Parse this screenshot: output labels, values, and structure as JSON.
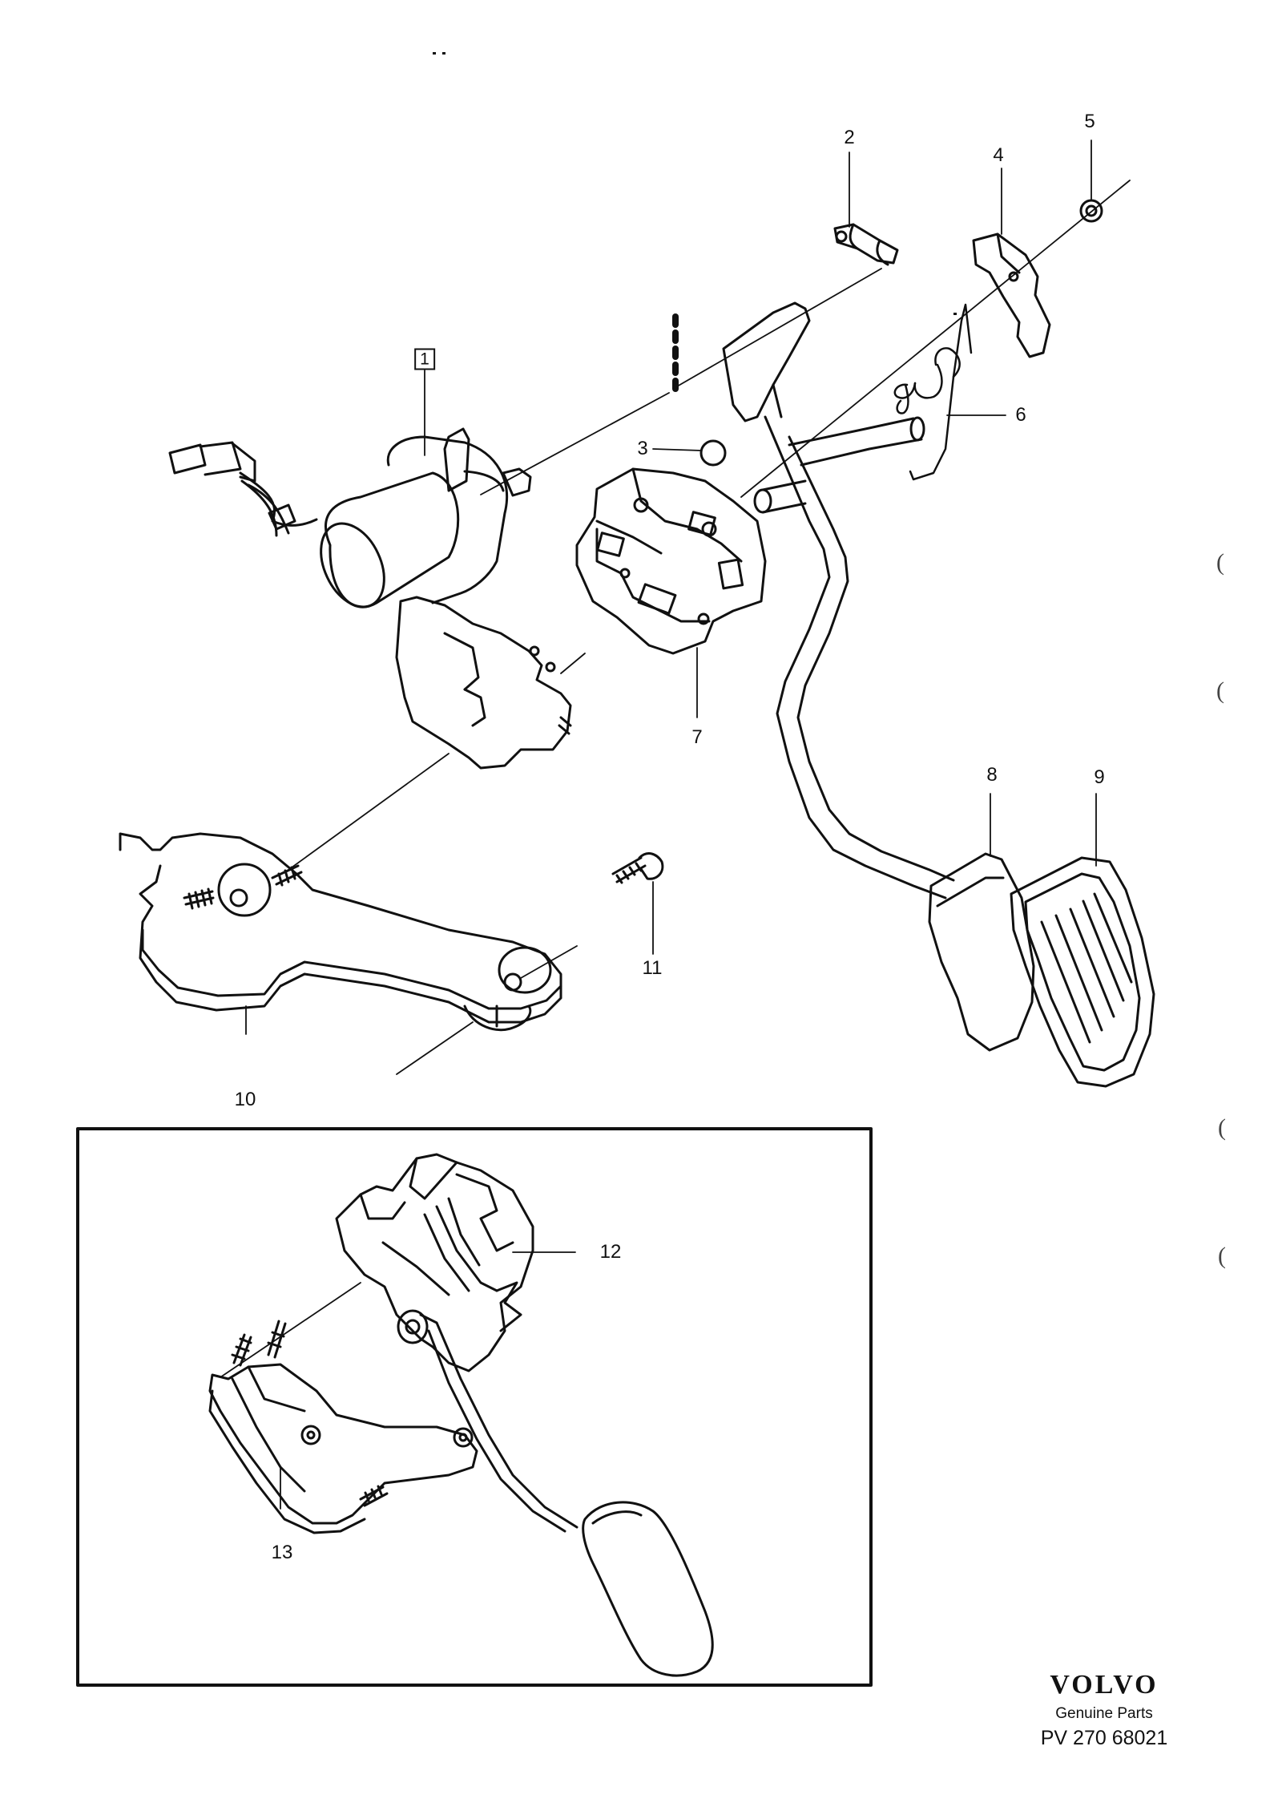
{
  "callouts": [
    {
      "id": "1",
      "text": "1",
      "boxed": true
    },
    {
      "id": "2",
      "text": "2"
    },
    {
      "id": "3",
      "text": "3"
    },
    {
      "id": "4",
      "text": "4"
    },
    {
      "id": "5",
      "text": "5"
    },
    {
      "id": "6",
      "text": "6"
    },
    {
      "id": "7",
      "text": "7"
    },
    {
      "id": "8",
      "text": "8"
    },
    {
      "id": "9",
      "text": "9"
    },
    {
      "id": "10",
      "text": "10"
    },
    {
      "id": "11",
      "text": "11"
    },
    {
      "id": "12",
      "text": "12"
    },
    {
      "id": "13",
      "text": "13"
    }
  ],
  "brand": {
    "logo": "VOLVO",
    "subtitle": "Genuine Parts",
    "code": "PV 270 68021"
  },
  "margin_marks": [
    "(",
    "(",
    "(",
    "("
  ],
  "colors": {
    "ink": "#111111",
    "pedal_fill": "#ffffff",
    "background": "#ffffff"
  }
}
